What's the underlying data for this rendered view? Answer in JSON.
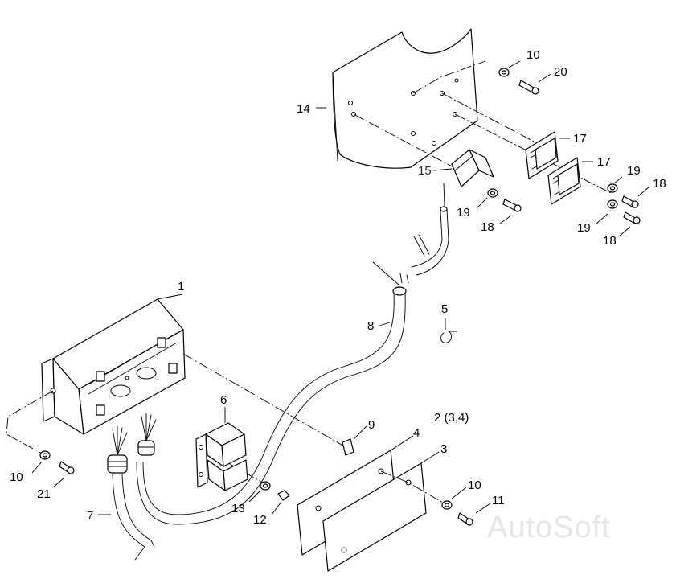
{
  "diagram": {
    "callouts": {
      "c1": "1",
      "c2": "2 (3,4)",
      "c3": "3",
      "c4": "4",
      "c5": "5",
      "c6": "6",
      "c7": "7",
      "c8": "8",
      "c9": "9",
      "c10a": "10",
      "c10b": "10",
      "c10c": "10",
      "c11": "11",
      "c12": "12",
      "c13": "13",
      "c14": "14",
      "c15": "15",
      "c17a": "17",
      "c17b": "17",
      "c18a": "18",
      "c18b": "18",
      "c18c": "18",
      "c19a": "19",
      "c19b": "19",
      "c19c": "19",
      "c20": "20",
      "c21": "21"
    },
    "watermark": "AutoSoft"
  }
}
